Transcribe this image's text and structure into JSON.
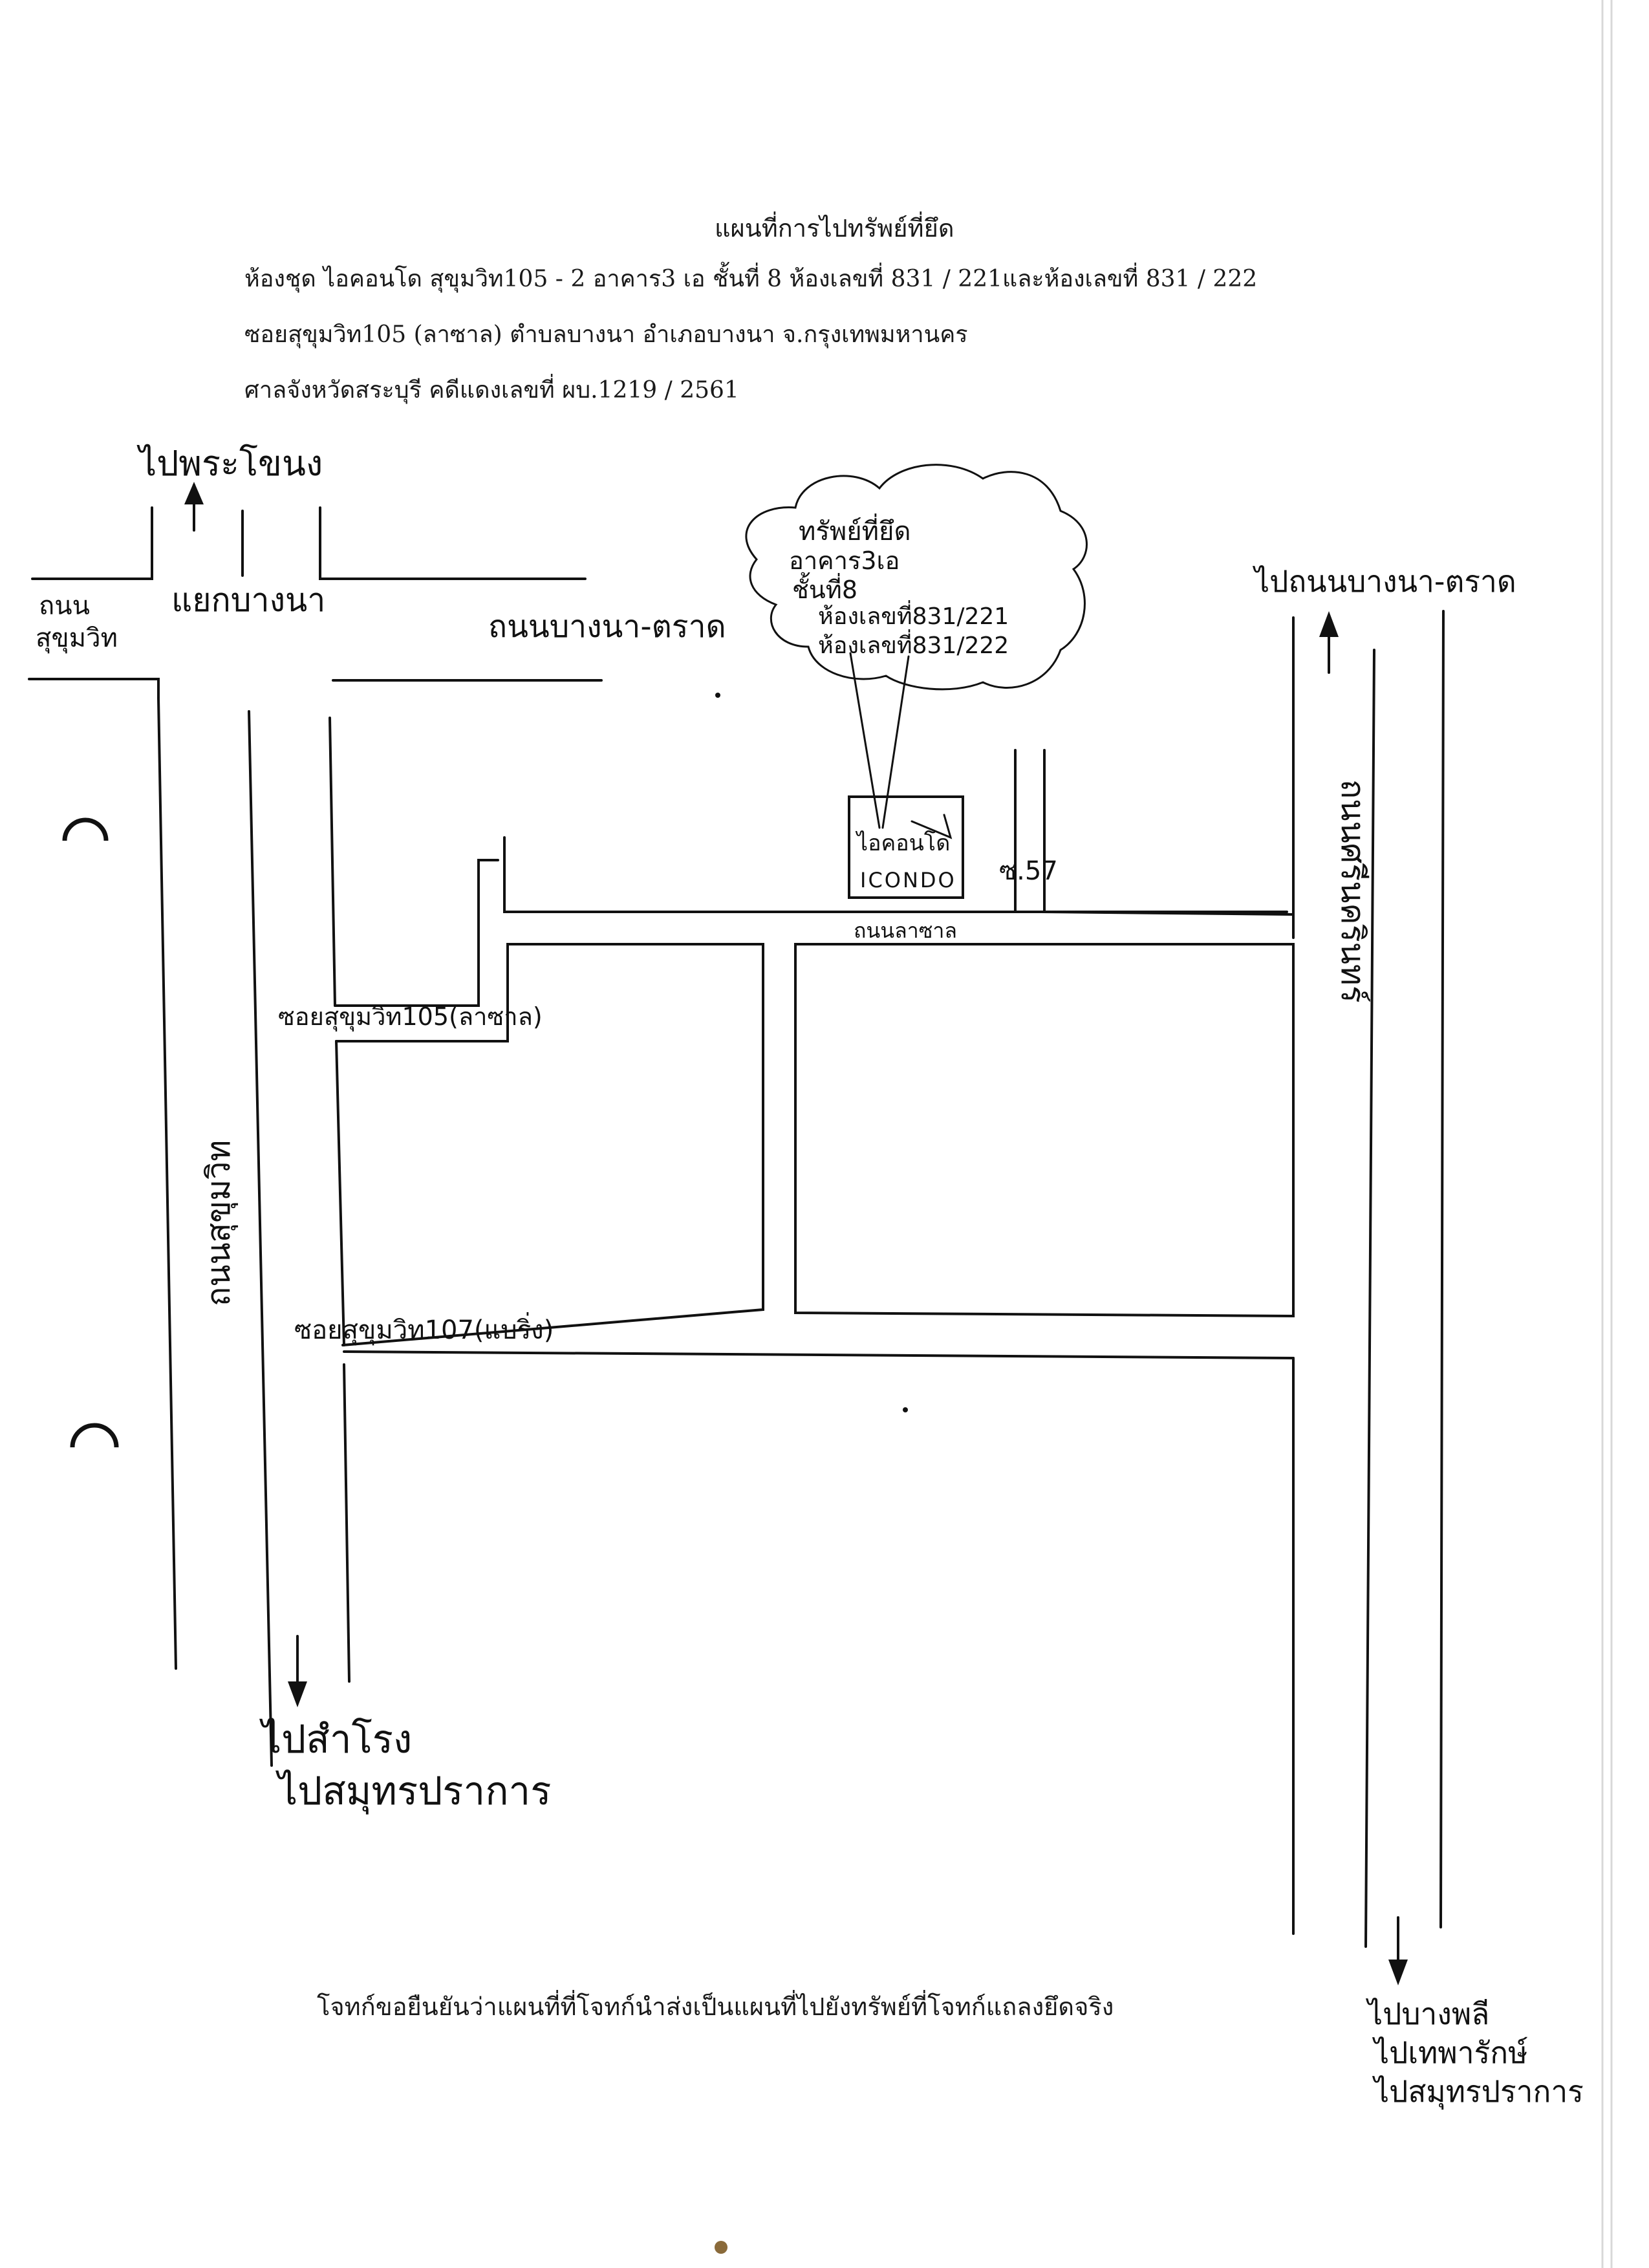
{
  "header": {
    "title": "แผนที่การไปทรัพย์ที่ยึด",
    "line1": "ห้องชุด ไอคอนโด สุขุมวิท105 - 2   อาคาร3 เอ  ชั้นที่ 8 ห้องเลขที่ 831 / 221และห้องเลขที่ 831 / 222",
    "line2": "ซอยสุขุมวิท105 (ลาซาล)  ตำบลบางนา  อำเภอบางนา  จ.กรุงเทพมหานคร",
    "line3": "ศาลจังหวัดสระบุรี   คดีแดงเลขที่ ผบ.1219  / 2561"
  },
  "map": {
    "labels": {
      "to_phra_khanong": "ไปพระโขนง",
      "sukhumvit_road_left": "ถนน\nสุขุมวิท",
      "bangna_junction": "แยกบางนา",
      "bangna_trad_road_top": "ถนนบางนา-ตราด",
      "to_bangna_trad_right": "ไปถนนบางนา-ตราด",
      "sukhumvit_road_vertical": "ถนนสุขุมวิท",
      "lasalle_road": "ถนนลาซาล",
      "soi_105": "ซอยสุขุมวิท105(ลาซาล)",
      "soi_107": "ซอยสุขุมวิท107(แบริ่ง)",
      "soi_57": "ซ.57",
      "srinakarin_road": "ถนนศรีนครินทร์",
      "to_samrong": "ไปสำโรง",
      "to_samut_prakan": "ไปสมุทรปราการ",
      "to_bang_phli": "ไปบางพลี",
      "to_thepharak": "ไปเทพารักษ์",
      "to_samut_prakan_right": "ไปสมุทรปราการ"
    },
    "property_box": {
      "thai": "ไอคอนโด",
      "english": "ICONDO"
    },
    "callout": {
      "line1": "ทรัพย์ที่ยึด",
      "line2": "อาคาร3เอ",
      "line3": "ชั้นที่8",
      "line4": "ห้องเลขที่831/221",
      "line5": "ห้องเลขที่831/222"
    }
  },
  "footer": {
    "statement": "โจทก์ขอยืนยันว่าแผนที่ที่โจทก์นำส่งเป็นแผนที่ไปยังทรัพย์ที่โจทก์แถลงยึดจริง"
  }
}
